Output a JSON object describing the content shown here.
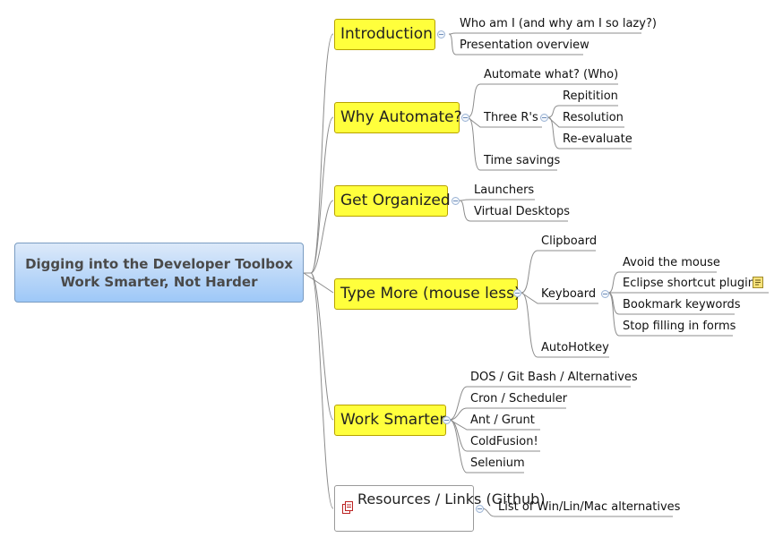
{
  "central": {
    "line1": "Digging into the Developer Toolbox",
    "line2": "Work Smarter, Not Harder"
  },
  "topics": [
    {
      "label": "Introduction",
      "children": [
        "Who am I (and why am I so lazy?)",
        "Presentation overview"
      ]
    },
    {
      "label": "Why Automate?",
      "children": [
        "Automate what? (Who)",
        "Three R's",
        "Time savings"
      ],
      "three_rs": [
        "Repitition",
        "Resolution",
        "Re-evaluate"
      ]
    },
    {
      "label": "Get Organized",
      "children": [
        "Launchers",
        "Virtual Desktops"
      ]
    },
    {
      "label": "Type More (mouse less)",
      "children": [
        "Clipboard",
        "Keyboard",
        "AutoHotkey"
      ],
      "keyboard": [
        "Avoid the mouse",
        "Eclipse shortcut plugin",
        "Bookmark keywords",
        "Stop filling in forms"
      ]
    },
    {
      "label": "Work Smarter",
      "children": [
        "DOS / Git Bash / Alternatives",
        "Cron / Scheduler",
        "Ant / Grunt",
        "ColdFusion!",
        "Selenium"
      ]
    },
    {
      "label": "Resources / Links (Github)",
      "children": [
        "List of Win/Lin/Mac alternatives"
      ]
    }
  ],
  "icons": {
    "note": "note-icon",
    "attachment": "attachment-icon",
    "collapse": "collapse-toggle-icon"
  },
  "colors": {
    "topic_fill": "#ffff3c",
    "central_fill": "#9ec8f8",
    "connector": "#8c8c8c"
  }
}
